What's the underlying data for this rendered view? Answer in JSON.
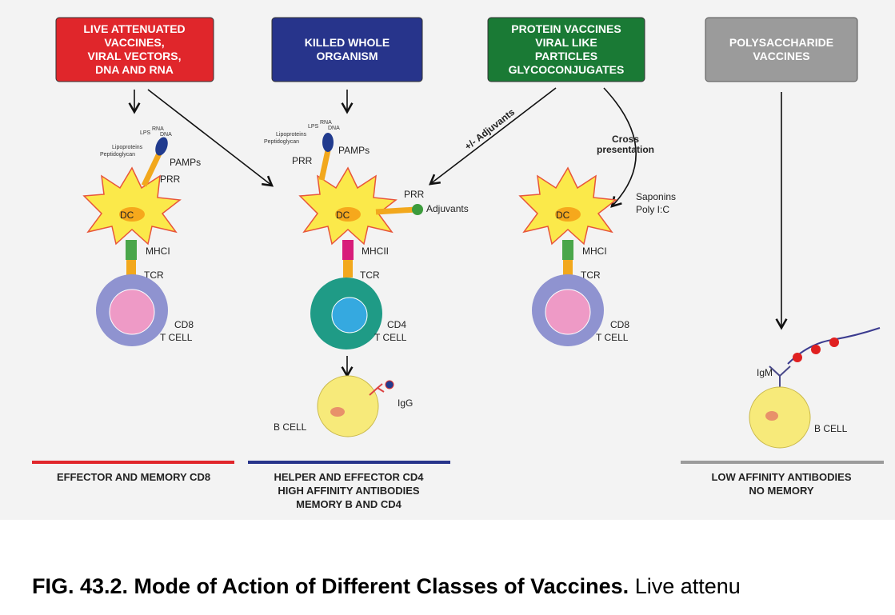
{
  "boxes": [
    {
      "lines": [
        "LIVE ATTENUATED",
        "VACCINES,",
        "VIRAL VECTORS,",
        "DNA AND RNA"
      ],
      "color": "#e0262b"
    },
    {
      "lines": [
        "KILLED WHOLE",
        "ORGANISM"
      ],
      "color": "#27348b"
    },
    {
      "lines": [
        "PROTEIN VACCINES",
        "VIRAL LIKE",
        "PARTICLES",
        "GLYCOCONJUGATES"
      ],
      "color": "#1a7a35"
    },
    {
      "lines": [
        "POLYSACCHARIDE",
        "VACCINES"
      ],
      "color": "#9b9b9b"
    }
  ],
  "labels": {
    "dc": "DC",
    "pamps": "PAMPs",
    "prr": "PRR",
    "lps": "LPS",
    "rna": "RNA",
    "dna": "DNA",
    "lipoproteins": "Lipoproteins",
    "peptidoglycan": "Peptidoglycan",
    "mhci": "MHCI",
    "mhcii": "MHCII",
    "tcr": "TCR",
    "cd8": "CD8",
    "cd4": "CD4",
    "tcell": "T CELL",
    "bcell": "B CELL",
    "igg": "IgG",
    "igm": "IgM",
    "adjuvants": "Adjuvants",
    "pm_adjuvants": "+/- Adjuvants",
    "cross1": "Cross",
    "cross2": "presentation",
    "saponins": "Saponins",
    "polyic": "Poly I:C"
  },
  "outcomes": [
    {
      "lines": [
        "EFFECTOR AND MEMORY CD8"
      ],
      "color": "#e0262b"
    },
    {
      "lines": [
        "HELPER AND EFFECTOR CD4",
        "HIGH AFFINITY ANTIBODIES",
        "MEMORY B AND CD4"
      ],
      "color": "#27348b"
    },
    {
      "lines": [
        "LOW AFFINITY ANTIBODIES",
        "NO MEMORY"
      ],
      "color": "#9b9b9b"
    }
  ],
  "caption": {
    "bold": "FIG. 43.2. Mode of Action of Different Classes of Vaccines.",
    "rest": " Live attenu"
  }
}
